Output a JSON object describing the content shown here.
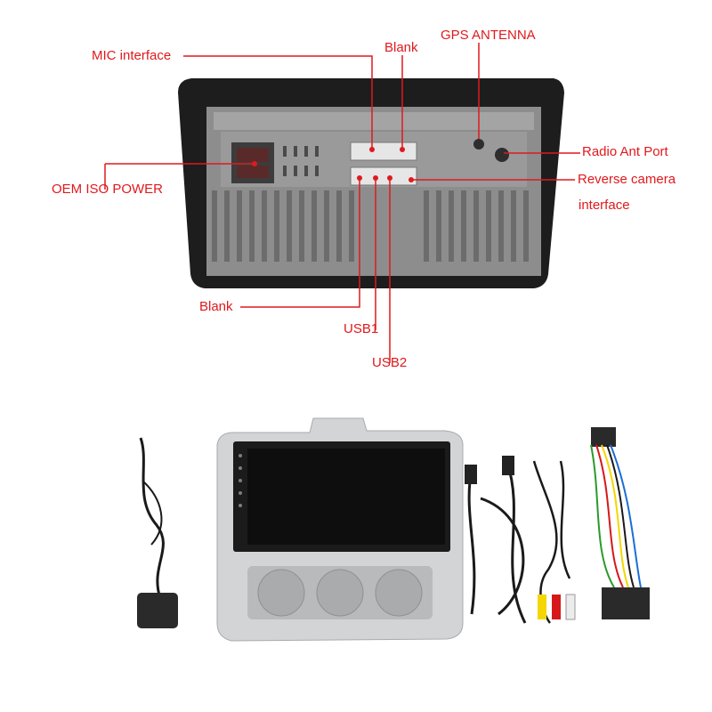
{
  "callouts": {
    "mic_interface": "MIC interface",
    "blank_top": "Blank",
    "gps_antenna": "GPS ANTENNA",
    "radio_ant_port": "Radio Ant Port",
    "reverse_camera_line1": "Reverse camera",
    "reverse_camera_line2": "interface",
    "oem_iso_power": "OEM ISO POWER",
    "blank_bottom": "Blank",
    "usb1": "USB1",
    "usb2": "USB2"
  },
  "colors": {
    "callout_red": "#e0191d",
    "chassis_gray": "#8a8a8a",
    "bezel_black": "#1d1d1d",
    "panel_silver": "#d2d4d6"
  }
}
